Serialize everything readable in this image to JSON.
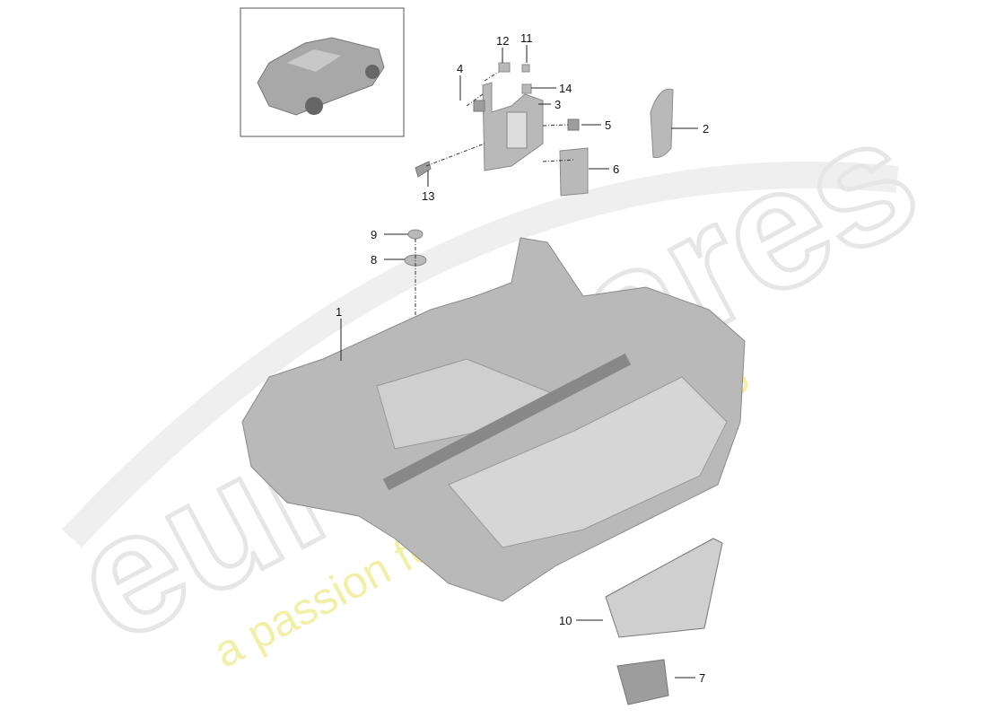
{
  "watermark": {
    "brand": "eurospares",
    "tagline": "a passion for parts since 1985",
    "brand_color": "#e6e6e6",
    "tagline_color": "#f2f0a8"
  },
  "thumbnail": {
    "icon": "car-overview-icon"
  },
  "callouts": [
    {
      "id": "1",
      "label": "1"
    },
    {
      "id": "2",
      "label": "2"
    },
    {
      "id": "3",
      "label": "3"
    },
    {
      "id": "4",
      "label": "4"
    },
    {
      "id": "5",
      "label": "5"
    },
    {
      "id": "6",
      "label": "6"
    },
    {
      "id": "7",
      "label": "7"
    },
    {
      "id": "8",
      "label": "8"
    },
    {
      "id": "9",
      "label": "9"
    },
    {
      "id": "10",
      "label": "10"
    },
    {
      "id": "11",
      "label": "11"
    },
    {
      "id": "12",
      "label": "12"
    },
    {
      "id": "13",
      "label": "13"
    },
    {
      "id": "14",
      "label": "14"
    }
  ]
}
